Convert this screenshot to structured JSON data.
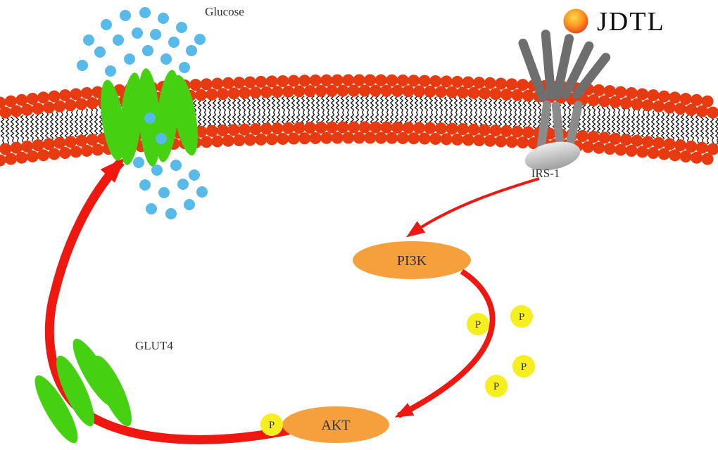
{
  "diagram": {
    "logo": "JDTL",
    "labels": {
      "glucose": "Glucose",
      "irs1": "IRS-1",
      "pi3k": "PI3K",
      "akt": "AKT",
      "glut4": "GLUT4",
      "phosphate": "P"
    },
    "colors": {
      "membrane_head": "#e83a10",
      "lipid_tail": "#161616",
      "channel_green": "#45d112",
      "glucose_blue": "#57bae8",
      "node_orange": "#f5a03c",
      "phosphate_yellow": "#f6ee1e",
      "arrow_red": "#ee1810",
      "receptor_gray": "#6e6e6e"
    }
  }
}
